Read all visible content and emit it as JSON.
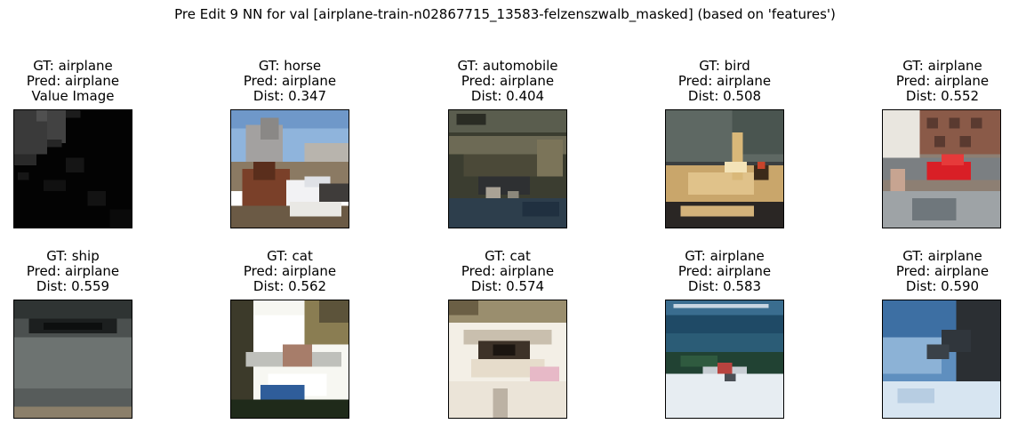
{
  "figure": {
    "title": "Pre Edit 9 NN for val [airplane-train-n02867715_13583-felzenszwalb_masked] (based on 'features')"
  },
  "panels": [
    {
      "gt": "GT: airplane",
      "pred": "Pred: airplane",
      "extra": "Value Image",
      "scene": "masked-dark-image"
    },
    {
      "gt": "GT: horse",
      "pred": "Pred: airplane",
      "extra": "Dist: 0.347",
      "scene": "horse-lying-near-snow"
    },
    {
      "gt": "GT: automobile",
      "pred": "Pred: airplane",
      "extra": "Dist: 0.404",
      "scene": "blurry-road-vehicle"
    },
    {
      "gt": "GT: bird",
      "pred": "Pred: airplane",
      "extra": "Dist: 0.508",
      "scene": "bird-on-wooden-deck"
    },
    {
      "gt": "GT: airplane",
      "pred": "Pred: airplane",
      "extra": "Dist: 0.552",
      "scene": "red-plane-near-building"
    },
    {
      "gt": "GT: ship",
      "pred": "Pred: airplane",
      "extra": "Dist: 0.559",
      "scene": "grey-ship-hull"
    },
    {
      "gt": "GT: cat",
      "pred": "Pred: airplane",
      "extra": "Dist: 0.562",
      "scene": "cat-bright-window"
    },
    {
      "gt": "GT: cat",
      "pred": "Pred: airplane",
      "extra": "Dist: 0.574",
      "scene": "cat-closeup-eye"
    },
    {
      "gt": "GT: airplane",
      "pred": "Pred: airplane",
      "extra": "Dist: 0.583",
      "scene": "small-plane-on-snow"
    },
    {
      "gt": "GT: airplane",
      "pred": "Pred: airplane",
      "extra": "Dist: 0.590",
      "scene": "plane-wing-cloudy-sky"
    }
  ]
}
